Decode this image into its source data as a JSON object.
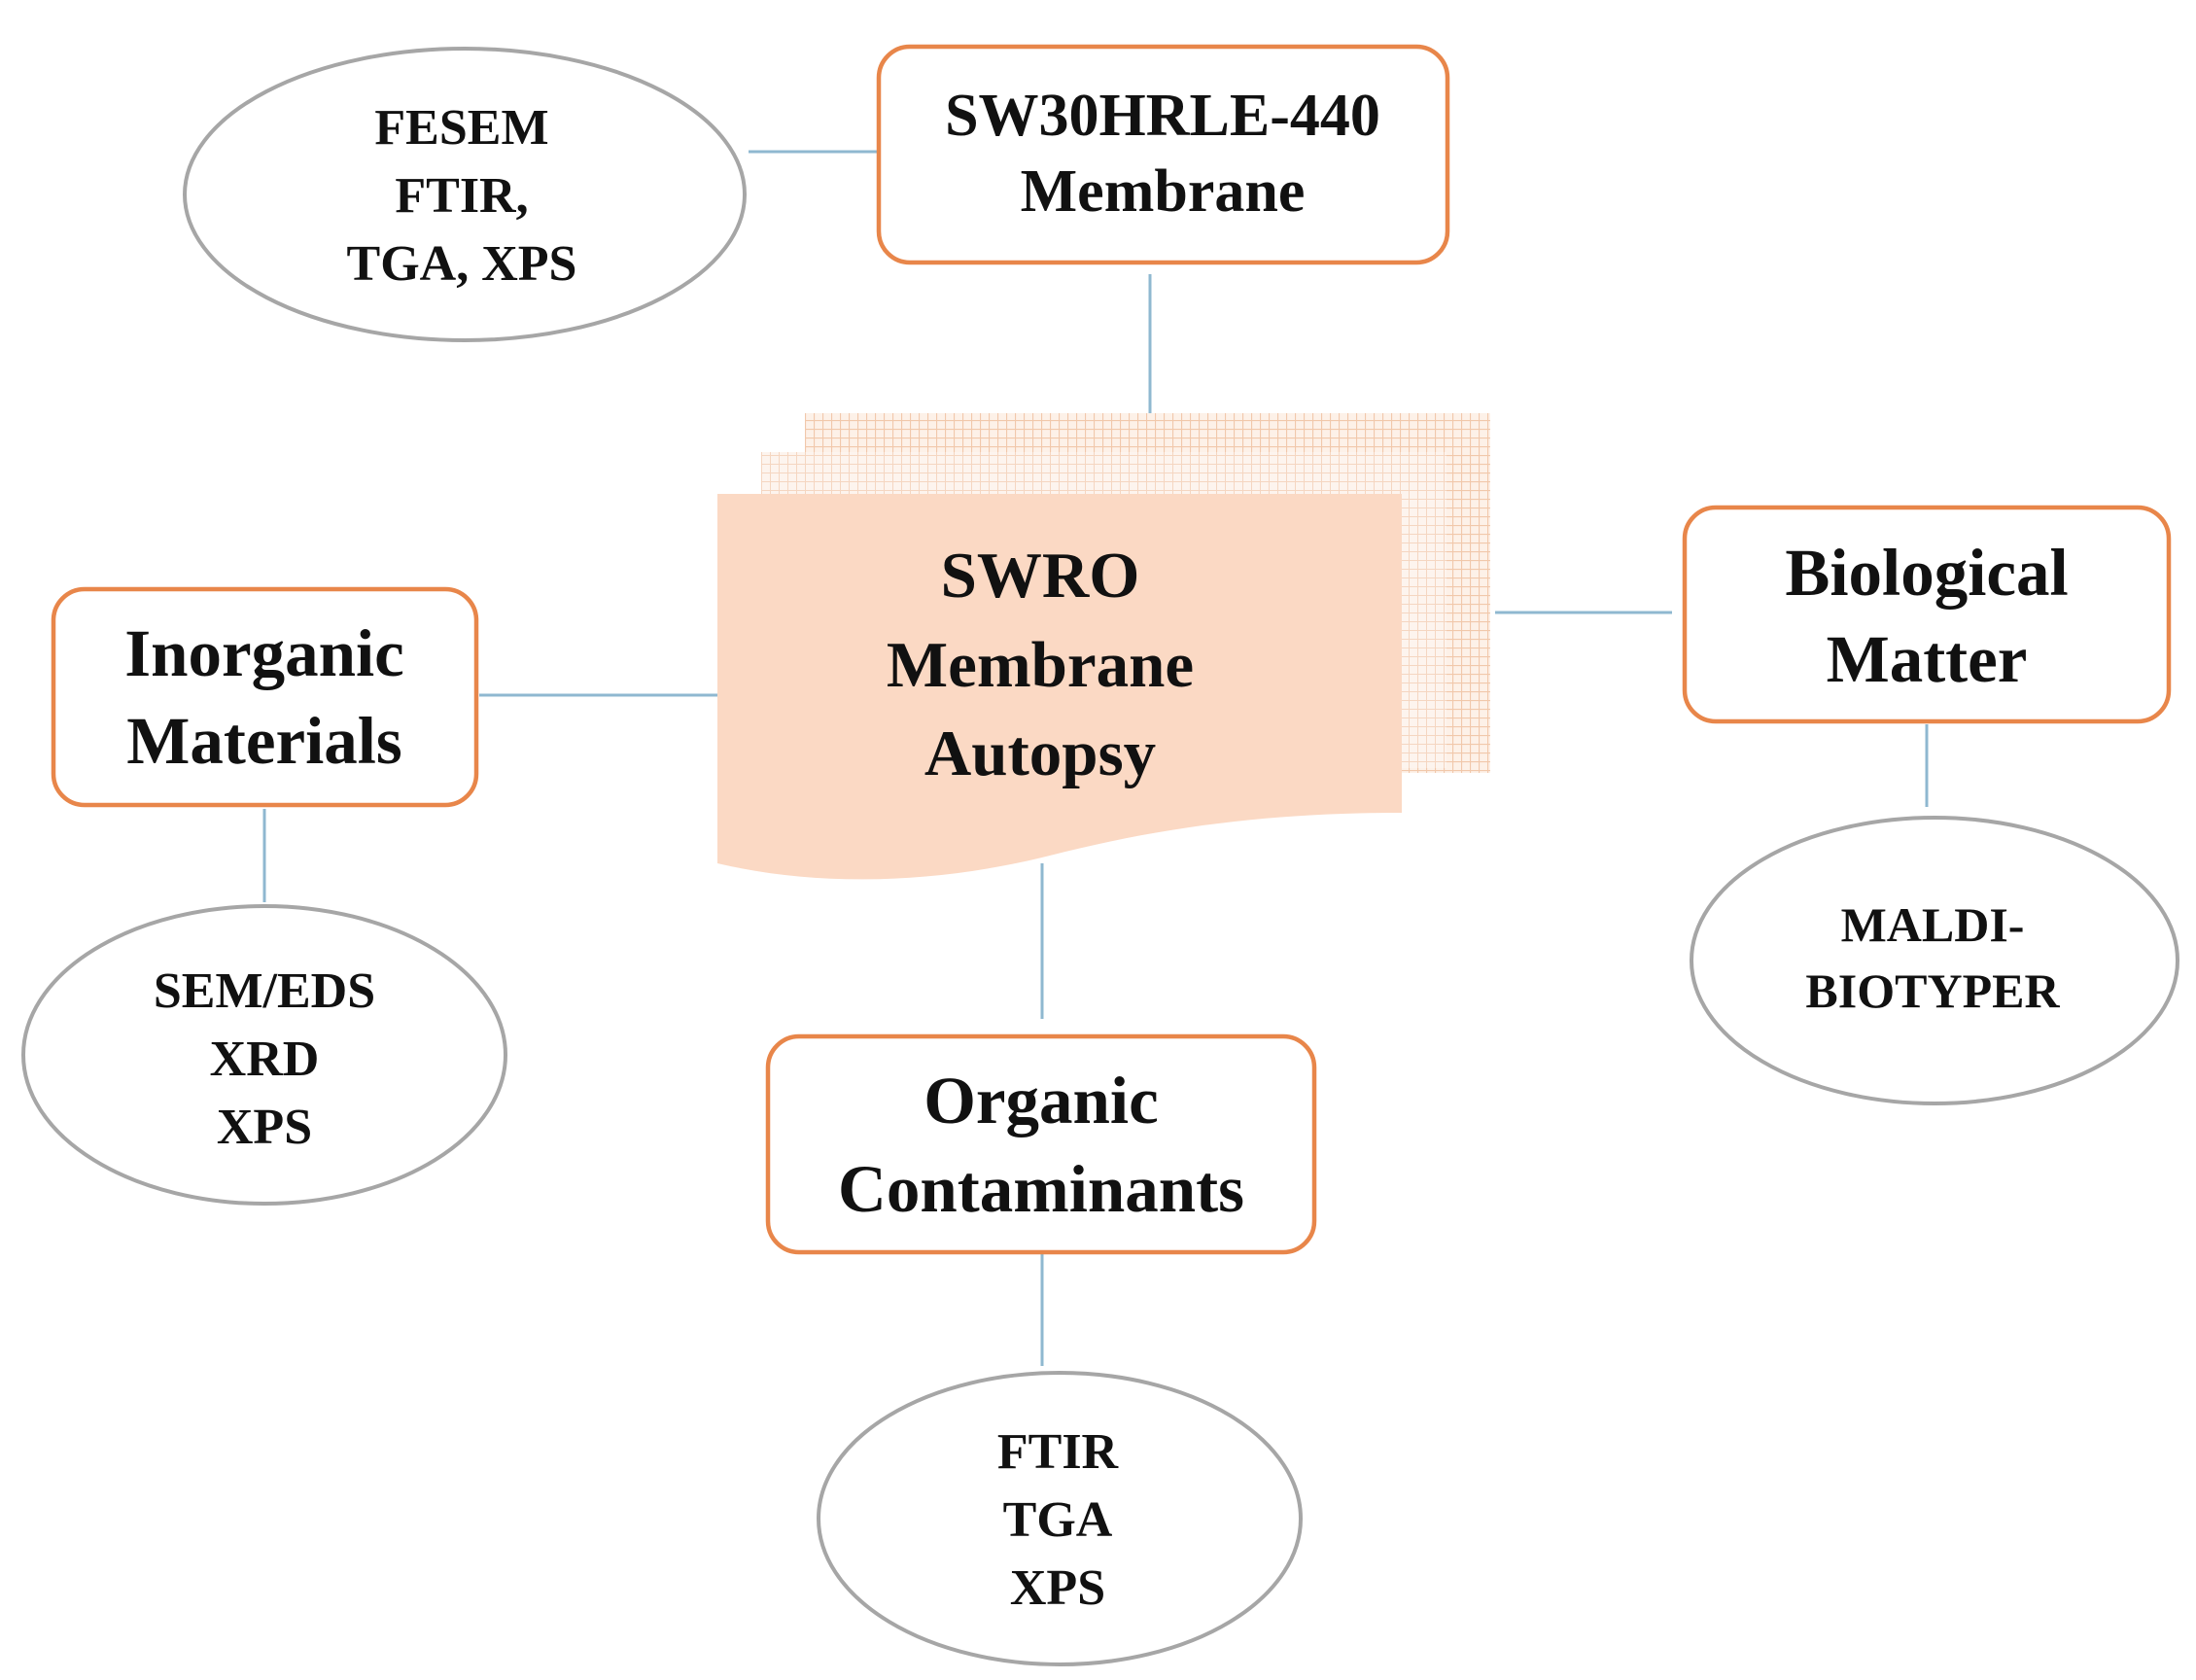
{
  "colors": {
    "box_border": "#e8864a",
    "ellipse_border": "#a6a6a6",
    "connector": "#8fb8d0",
    "center_fill": "#fbd9c4",
    "center_grid": "#f3c9ad",
    "text": "#111111"
  },
  "center": {
    "lines": [
      "SWRO",
      "Membrane",
      "Autopsy"
    ]
  },
  "boxes": {
    "membrane": {
      "lines": [
        "SW30HRLE-440",
        "Membrane"
      ]
    },
    "inorganic": {
      "lines": [
        "Inorganic",
        "Materials"
      ]
    },
    "biological": {
      "lines": [
        "Biological",
        "Matter"
      ]
    },
    "organic": {
      "lines": [
        "Organic",
        "Contaminants"
      ]
    }
  },
  "ellipses": {
    "membrane_methods": {
      "lines": [
        "FESEM",
        "FTIR,",
        "TGA, XPS"
      ]
    },
    "inorganic_methods": {
      "lines": [
        "SEM/EDS",
        "XRD",
        "XPS"
      ]
    },
    "biological_methods": {
      "lines": [
        "MALDI-",
        "BIOTYPER"
      ]
    },
    "organic_methods": {
      "lines": [
        "FTIR",
        "TGA",
        "XPS"
      ]
    }
  }
}
